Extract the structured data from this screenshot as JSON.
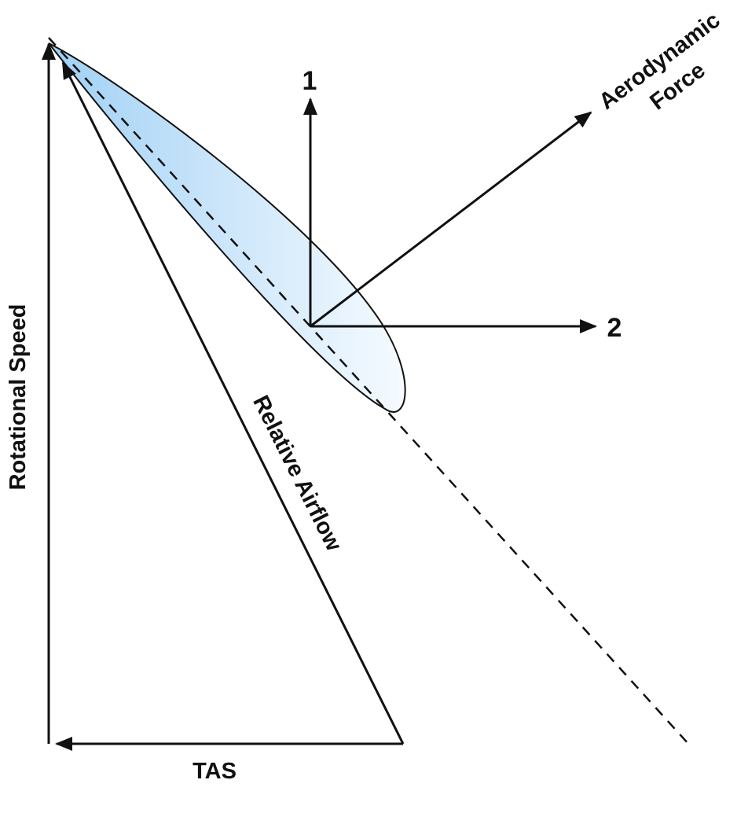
{
  "labels": {
    "rotational_speed": "Rotational Speed",
    "relative_airflow": "Relative Airflow",
    "tas": "TAS",
    "aerodynamic_line1": "Aerodynamic",
    "aerodynamic_line2": "Force",
    "vector_1": "1",
    "vector_2": "2"
  },
  "colors": {
    "stroke": "#111111",
    "airfoil_fill_light": "#f3f9ff",
    "airfoil_fill_dark": "#a8d4f5"
  }
}
